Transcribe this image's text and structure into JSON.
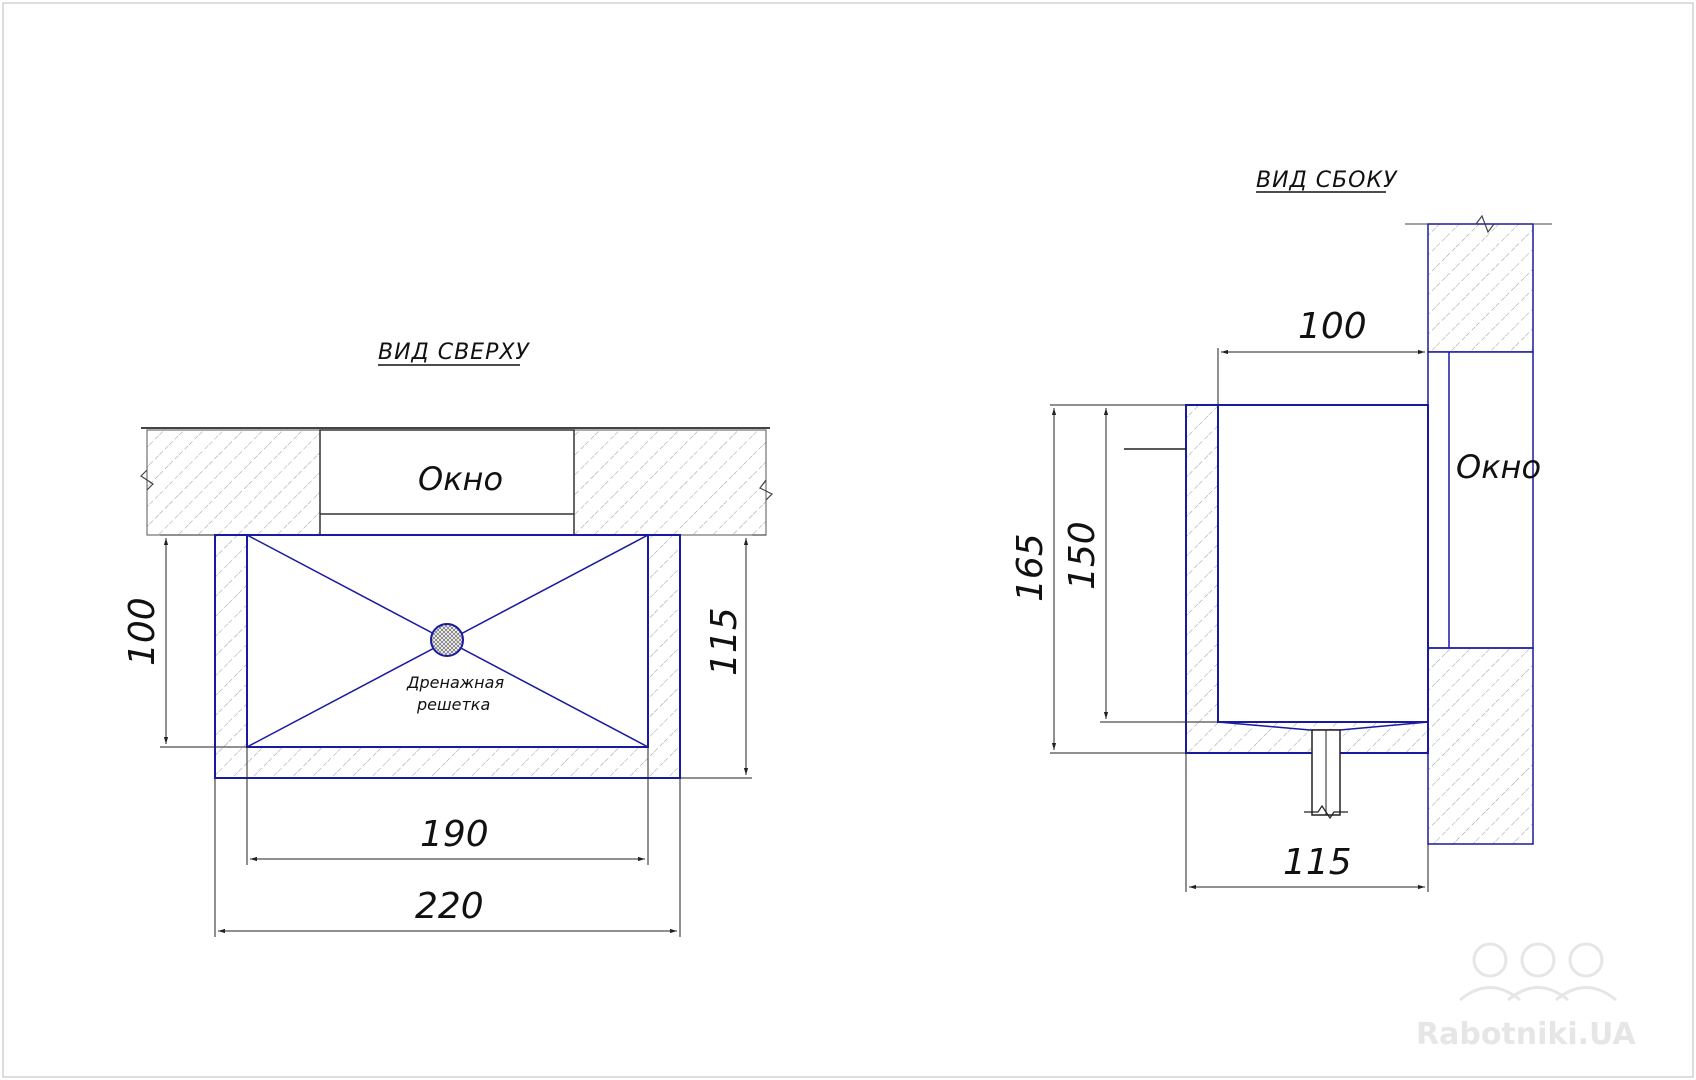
{
  "top_view": {
    "title": "ВИД СВЕРХУ",
    "window_label": "Окно",
    "drain_label_line1": "Дренажная",
    "drain_label_line2": "решетка",
    "dim_depth_inner": "100",
    "dim_depth_outer": "115",
    "dim_width_inner": "190",
    "dim_width_outer": "220"
  },
  "side_view": {
    "title": "ВИД СБОКУ",
    "window_label": "Окно",
    "dim_depth": "100",
    "dim_height_outer": "165",
    "dim_height_inner": "150",
    "dim_width_outer": "115"
  },
  "watermark": {
    "text": "Rabotniki.UA"
  },
  "colors": {
    "outline": "#1a1aa0",
    "dimension": "#222222",
    "hatch": "#9a9a9a",
    "watermark": "#e6e6e6"
  }
}
